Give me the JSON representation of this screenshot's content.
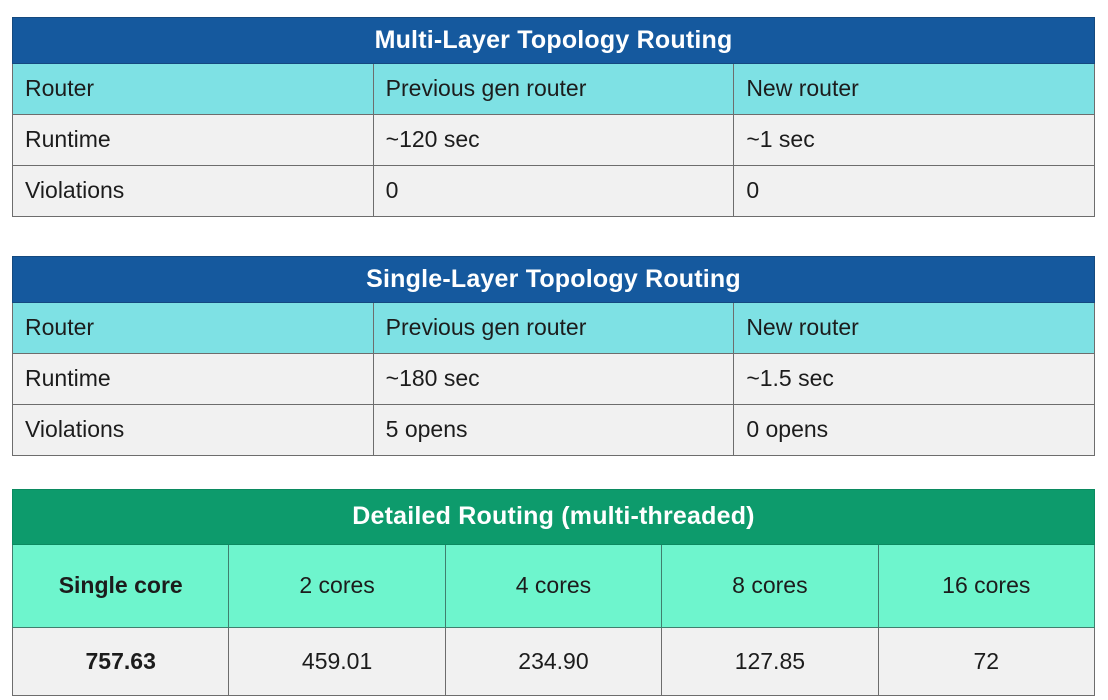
{
  "colors": {
    "blue_header": "#15599e",
    "cyan_row": "#7ee1e4",
    "green_header": "#0d9b6c",
    "mint_row": "#6ef5cd",
    "body_row": "#f1f1f1",
    "border": "#6d6d6d",
    "title_text": "#ffffff",
    "body_text": "#1c1c1c"
  },
  "tables": [
    {
      "id": "multi-layer-topology-routing",
      "title": "Multi-Layer Topology Routing",
      "columns": [
        "Router",
        "Previous gen router",
        "New router"
      ],
      "rows": [
        [
          "Runtime",
          "~120 sec",
          "~1 sec"
        ],
        [
          "Violations",
          "0",
          "0"
        ]
      ]
    },
    {
      "id": "single-layer-topology-routing",
      "title": "Single-Layer Topology Routing",
      "columns": [
        "Router",
        "Previous gen router",
        "New router"
      ],
      "rows": [
        [
          "Runtime",
          "~180 sec",
          "~1.5 sec"
        ],
        [
          "Violations",
          "5 opens",
          "0 opens"
        ]
      ]
    },
    {
      "id": "detailed-routing-multi-threaded",
      "title": "Detailed Routing (multi-threaded)",
      "columns": [
        "Single core",
        "2 cores",
        "4 cores",
        "8 cores",
        "16 cores"
      ],
      "rows": [
        [
          "757.63",
          "459.01",
          "234.90",
          "127.85",
          "72"
        ]
      ]
    }
  ]
}
